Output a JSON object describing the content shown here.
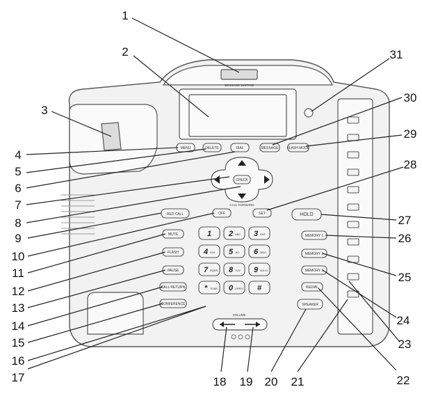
{
  "phone": {
    "message_waiting_label": "MESSAGE WAITING",
    "call_forward_label": "CALL FORWARD",
    "volume_label": "VOLUME",
    "buttons": {
      "menu": "MENU",
      "delete": "DELETE",
      "dial": "DIAL",
      "message": "MESSAGE",
      "flash_mode": "FLASH MODE",
      "check": "CHECK",
      "redial": "RED CALL",
      "off": "OFF",
      "on": "SET",
      "hold": "HOLD",
      "mute": "MUTE",
      "flash": "FLASH",
      "pause": "PAUSE",
      "call_return": "CALL RETURN",
      "conference": "CONFERENCE",
      "memory_1": "MEMORY 1",
      "memory_2": "MEMORY 2",
      "memory_3": "MEMORY 3",
      "redial_key": "REDIAL",
      "speaker": "SPEAKER"
    },
    "keypad": [
      {
        "main": "1",
        "sub": ""
      },
      {
        "main": "2",
        "sub": "ABC"
      },
      {
        "main": "3",
        "sub": "DEF"
      },
      {
        "main": "4",
        "sub": "GHI"
      },
      {
        "main": "5",
        "sub": "JKL"
      },
      {
        "main": "6",
        "sub": "MNO"
      },
      {
        "main": "7",
        "sub": "PQRS"
      },
      {
        "main": "8",
        "sub": "TUV"
      },
      {
        "main": "9",
        "sub": "WXYZ"
      },
      {
        "main": "*",
        "sub": "TONE"
      },
      {
        "main": "0",
        "sub": "OPER"
      },
      {
        "main": "#",
        "sub": ""
      }
    ]
  },
  "callouts": [
    "1",
    "2",
    "3",
    "4",
    "5",
    "6",
    "7",
    "8",
    "9",
    "10",
    "11",
    "12",
    "13",
    "14",
    "15",
    "16",
    "17",
    "18",
    "19",
    "20",
    "21",
    "22",
    "23",
    "24",
    "25",
    "26",
    "27",
    "28",
    "29",
    "30",
    "31"
  ]
}
